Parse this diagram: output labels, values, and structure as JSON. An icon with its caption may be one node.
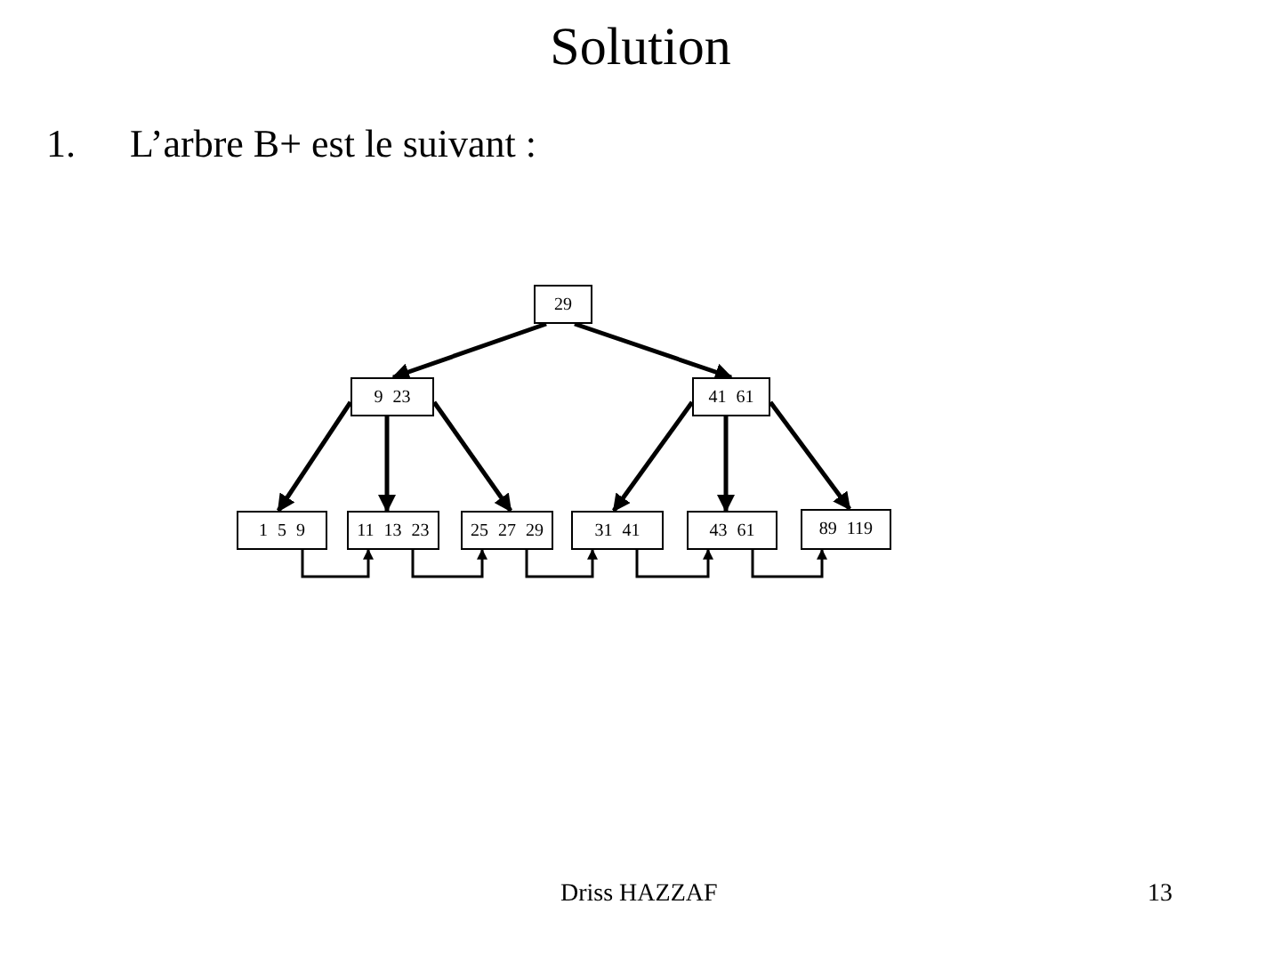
{
  "diagram": {
    "title": "Solution",
    "nodes": [
      {
        "text": [
          "29"
        ]
      },
      {
        "text": [
          "9 23"
        ]
      },
      {
        "text": [
          "41 61"
        ]
      },
      {
        "text": [
          "1 5 9"
        ]
      },
      {
        "text": [
          "11 13 23"
        ]
      },
      {
        "text": [
          "25 27 29"
        ]
      },
      {
        "text": [
          "31 41"
        ]
      },
      {
        "text": [
          "43 61"
        ]
      },
      {
        "text": [
          "89 119"
        ]
      }
    ],
    "edges": [
      {
        "from": 0,
        "to": 1,
        "arrow": "to"
      },
      {
        "from": 0,
        "to": 2,
        "arrow": "to"
      },
      {
        "from": 1,
        "to": 3,
        "arrow": "to"
      },
      {
        "from": 1,
        "to": 4,
        "arrow": "to"
      },
      {
        "from": 1,
        "to": 5,
        "arrow": "to"
      },
      {
        "from": 2,
        "to": 6,
        "arrow": "to"
      },
      {
        "from": 2,
        "to": 7,
        "arrow": "to"
      },
      {
        "from": 2,
        "to": 8,
        "arrow": "to"
      },
      {
        "from": 3,
        "to": 4,
        "arrow": "to"
      },
      {
        "from": 4,
        "to": 5,
        "arrow": "to"
      },
      {
        "from": 5,
        "to": 6,
        "arrow": "to"
      },
      {
        "from": 6,
        "to": 7,
        "arrow": "to"
      },
      {
        "from": 7,
        "to": 8,
        "arrow": "to"
      }
    ],
    "labels": [
      "1.",
      "L’arbre B+ est le suivant :",
      "Driss HAZZAF",
      "13"
    ]
  }
}
